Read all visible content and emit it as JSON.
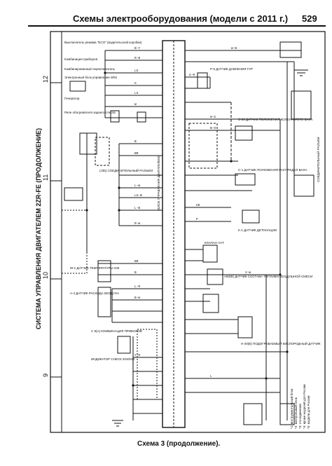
{
  "header": {
    "title": "Схемы электрооборудования (модели с 2011 г.)",
    "page_number": "529"
  },
  "side_title": "СИСТЕМА УПРАВЛЕНИЯ ДВИГАТЕЛЕМ 2ZR-FE (ПРОДОЛЖЕНИЕ)",
  "zone_numbers": [
    "12",
    "11",
    "10",
    "9"
  ],
  "left_labels": {
    "a": "Выключатель режима \"ECO\" (водительской коробки)",
    "b": "Комбинация приборов",
    "c": "Комбинированный переключатель",
    "d": "Электронный блок управления SRS",
    "e": "Генератор",
    "f": "Реле обогревателя заднего стекла"
  },
  "component_labels": {
    "j35": "(J35) СОЕДИНИТЕЛЬНЫЙ РАЗЪЕМ",
    "w1": "W-1 ДАТЧИК ТЕМПЕРАТУРЫ ОЖ",
    "a4": "A-4 ДАТЧИК РАСХОДА ВОЗДУХА",
    "c9": "С 9(A) КОМБИНАЦИЯ ПРИБОРОВ",
    "check_engine": "ИНДИКАТОР CHECK ENGINE",
    "ecm": "(БЛОК УПРАВЛЕНИЯ ДВИГАТЕЛЕМ)",
    "p5": "P-5 ДАТЧИК ДАВЛЕНИЯ ГУР",
    "c20": "C-20 ДАТЧИК ПОЛОЖЕНИЯ КОЛЕНЧАТОГО ВАЛА",
    "c1": "C-1 ДАТЧИК ПОЛОЖЕНИЯ РАСПРЕДЕЛ ВАЛА",
    "k1": "K-1 ДАТЧИК ДЕТОНАЦИИ",
    "vvt": "КЛАПАН VVT",
    "a60": "A60(B) ДАТЧИК СОСТАВА ТОПЛИВО-ВОЗДУШНОЙ СМЕСИ",
    "h40": "H-40(B) ПОДОГРЕВАЕМЫЙ КИСЛОРОДНЫЙ ДАТЧИК",
    "connector": "СОЕДИНИТЕЛЬНЫЙ РАЗЪЕМ"
  },
  "notes": [
    "*1: инструментальный блок",
    "*2: контрольный блок",
    "*3: отсоединение",
    "*4: кроме моделей для России",
    "*5: модели для России"
  ],
  "wire_codes": [
    "B-Y",
    "R-B",
    "LG",
    "G",
    "LG",
    "W",
    "B",
    "BR",
    "W-B",
    "G-R",
    "W-G",
    "B-O",
    "L-W",
    "LG-B",
    "L-B",
    "R-W",
    "L-R",
    "B-W",
    "Y-R",
    "V-W",
    "GR",
    "P",
    "L",
    "BR",
    "B"
  ],
  "footer_caption": "Схема 3 (продолжение)."
}
